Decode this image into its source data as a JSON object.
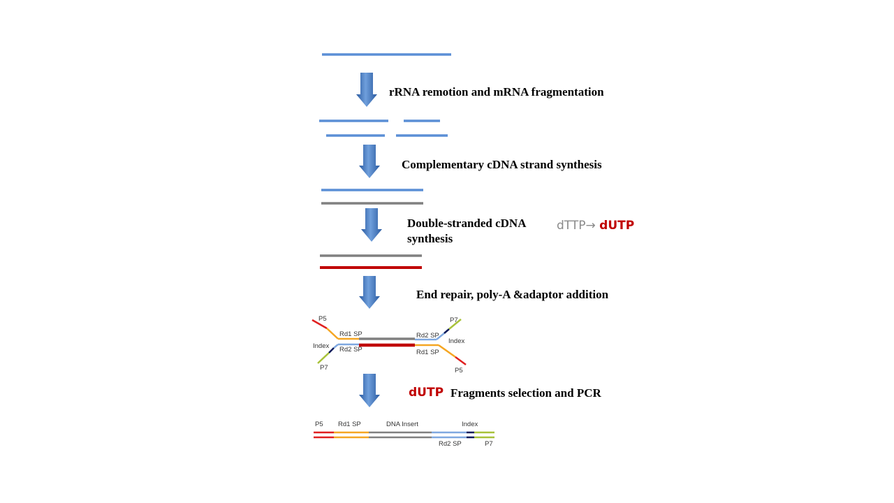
{
  "steps": {
    "s1": "rRNA remotion and mRNA fragmentation",
    "s2": "Complementary cDNA strand synthesis",
    "s3_line1": "Double-stranded cDNA",
    "s3_line2": "synthesis",
    "s4": "End repair, poly-A &adaptor addition",
    "s5": "Fragments selection and PCR"
  },
  "substitution": {
    "from": "dTTP",
    "arrow": "→",
    "to": "dUTP"
  },
  "dutp_tag": "dUTP",
  "adaptor_labels": {
    "p5_left": "P5",
    "rd1sp_left": "Rd1 SP",
    "index_left": "Index",
    "rd2sp_left": "Rd2 SP",
    "p7_left": "P7",
    "rd2sp_right": "Rd2 SP",
    "p7_right": "P7",
    "index_right": "Index",
    "rd1sp_right": "Rd1 SP",
    "p5_right": "P5"
  },
  "library_labels": {
    "p5": "P5",
    "rd1sp": "Rd1 SP",
    "dna_insert": "DNA Insert",
    "index": "Index",
    "rd2sp": "Rd2 SP",
    "p7": "P7"
  },
  "colors": {
    "rna_strand": "#5b8fd6",
    "cdna_first": "#808080",
    "cdna_second_dutp": "#c00000",
    "arrow_light": "#6f9fdc",
    "arrow_dark": "#2a5aa0",
    "p5": "#e02020",
    "rd1sp": "#f5a623",
    "rd2sp": "#7fa8e0",
    "index": "#0a1a5a",
    "p7": "#a8c23a",
    "dutp_text": "#c00000",
    "dttp_text": "#8a8a8a"
  }
}
